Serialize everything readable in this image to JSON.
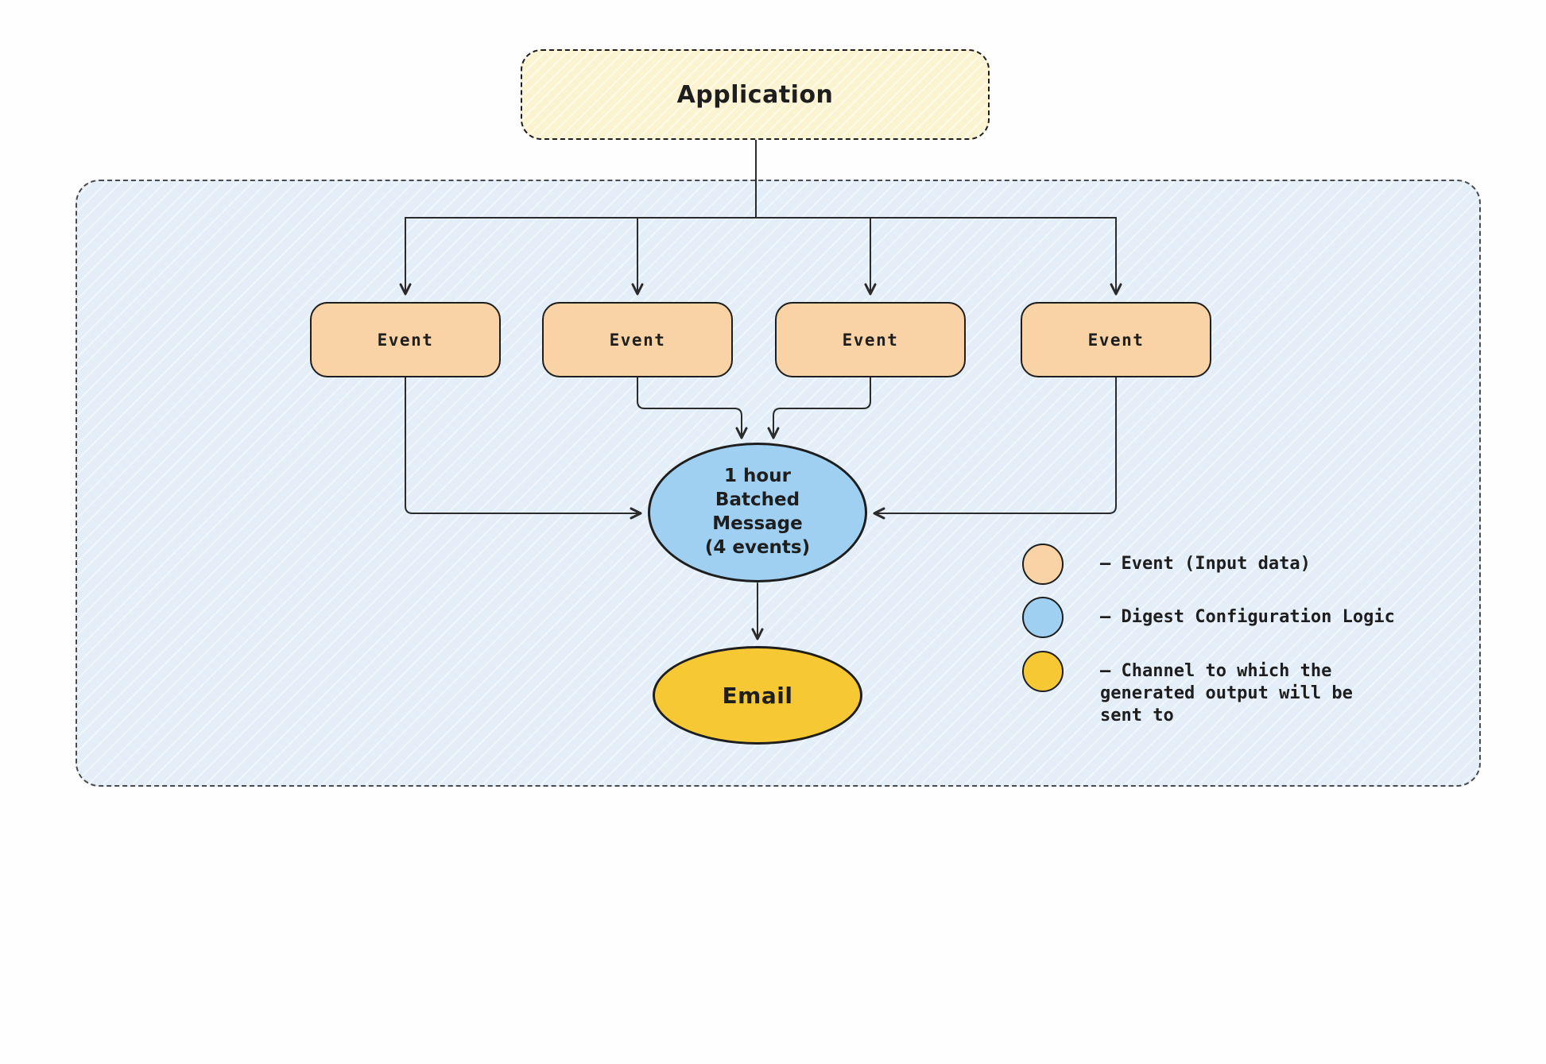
{
  "diagram": {
    "application": {
      "label": "Application"
    },
    "events": [
      {
        "label": "Event"
      },
      {
        "label": "Event"
      },
      {
        "label": "Event"
      },
      {
        "label": "Event"
      }
    ],
    "digest": {
      "label": "1 hour\nBatched\nMessage\n(4 events)"
    },
    "channel": {
      "label": "Email"
    },
    "legend": {
      "items": [
        {
          "color": "#f9d3a5",
          "label": "– Event (Input data)"
        },
        {
          "color": "#9fd0f2",
          "label": "– Digest Configuration Logic"
        },
        {
          "color": "#f6c833",
          "label": "– Channel to which the\ngenerated output will be\nsent to"
        }
      ]
    },
    "colors": {
      "application_fill": "#fcf3d0",
      "event_fill": "#f9d3a5",
      "digest_fill": "#9fd0f2",
      "channel_fill": "#f6c833",
      "container_fill": "#e3eef8",
      "stroke": "#1e1e1e"
    }
  }
}
